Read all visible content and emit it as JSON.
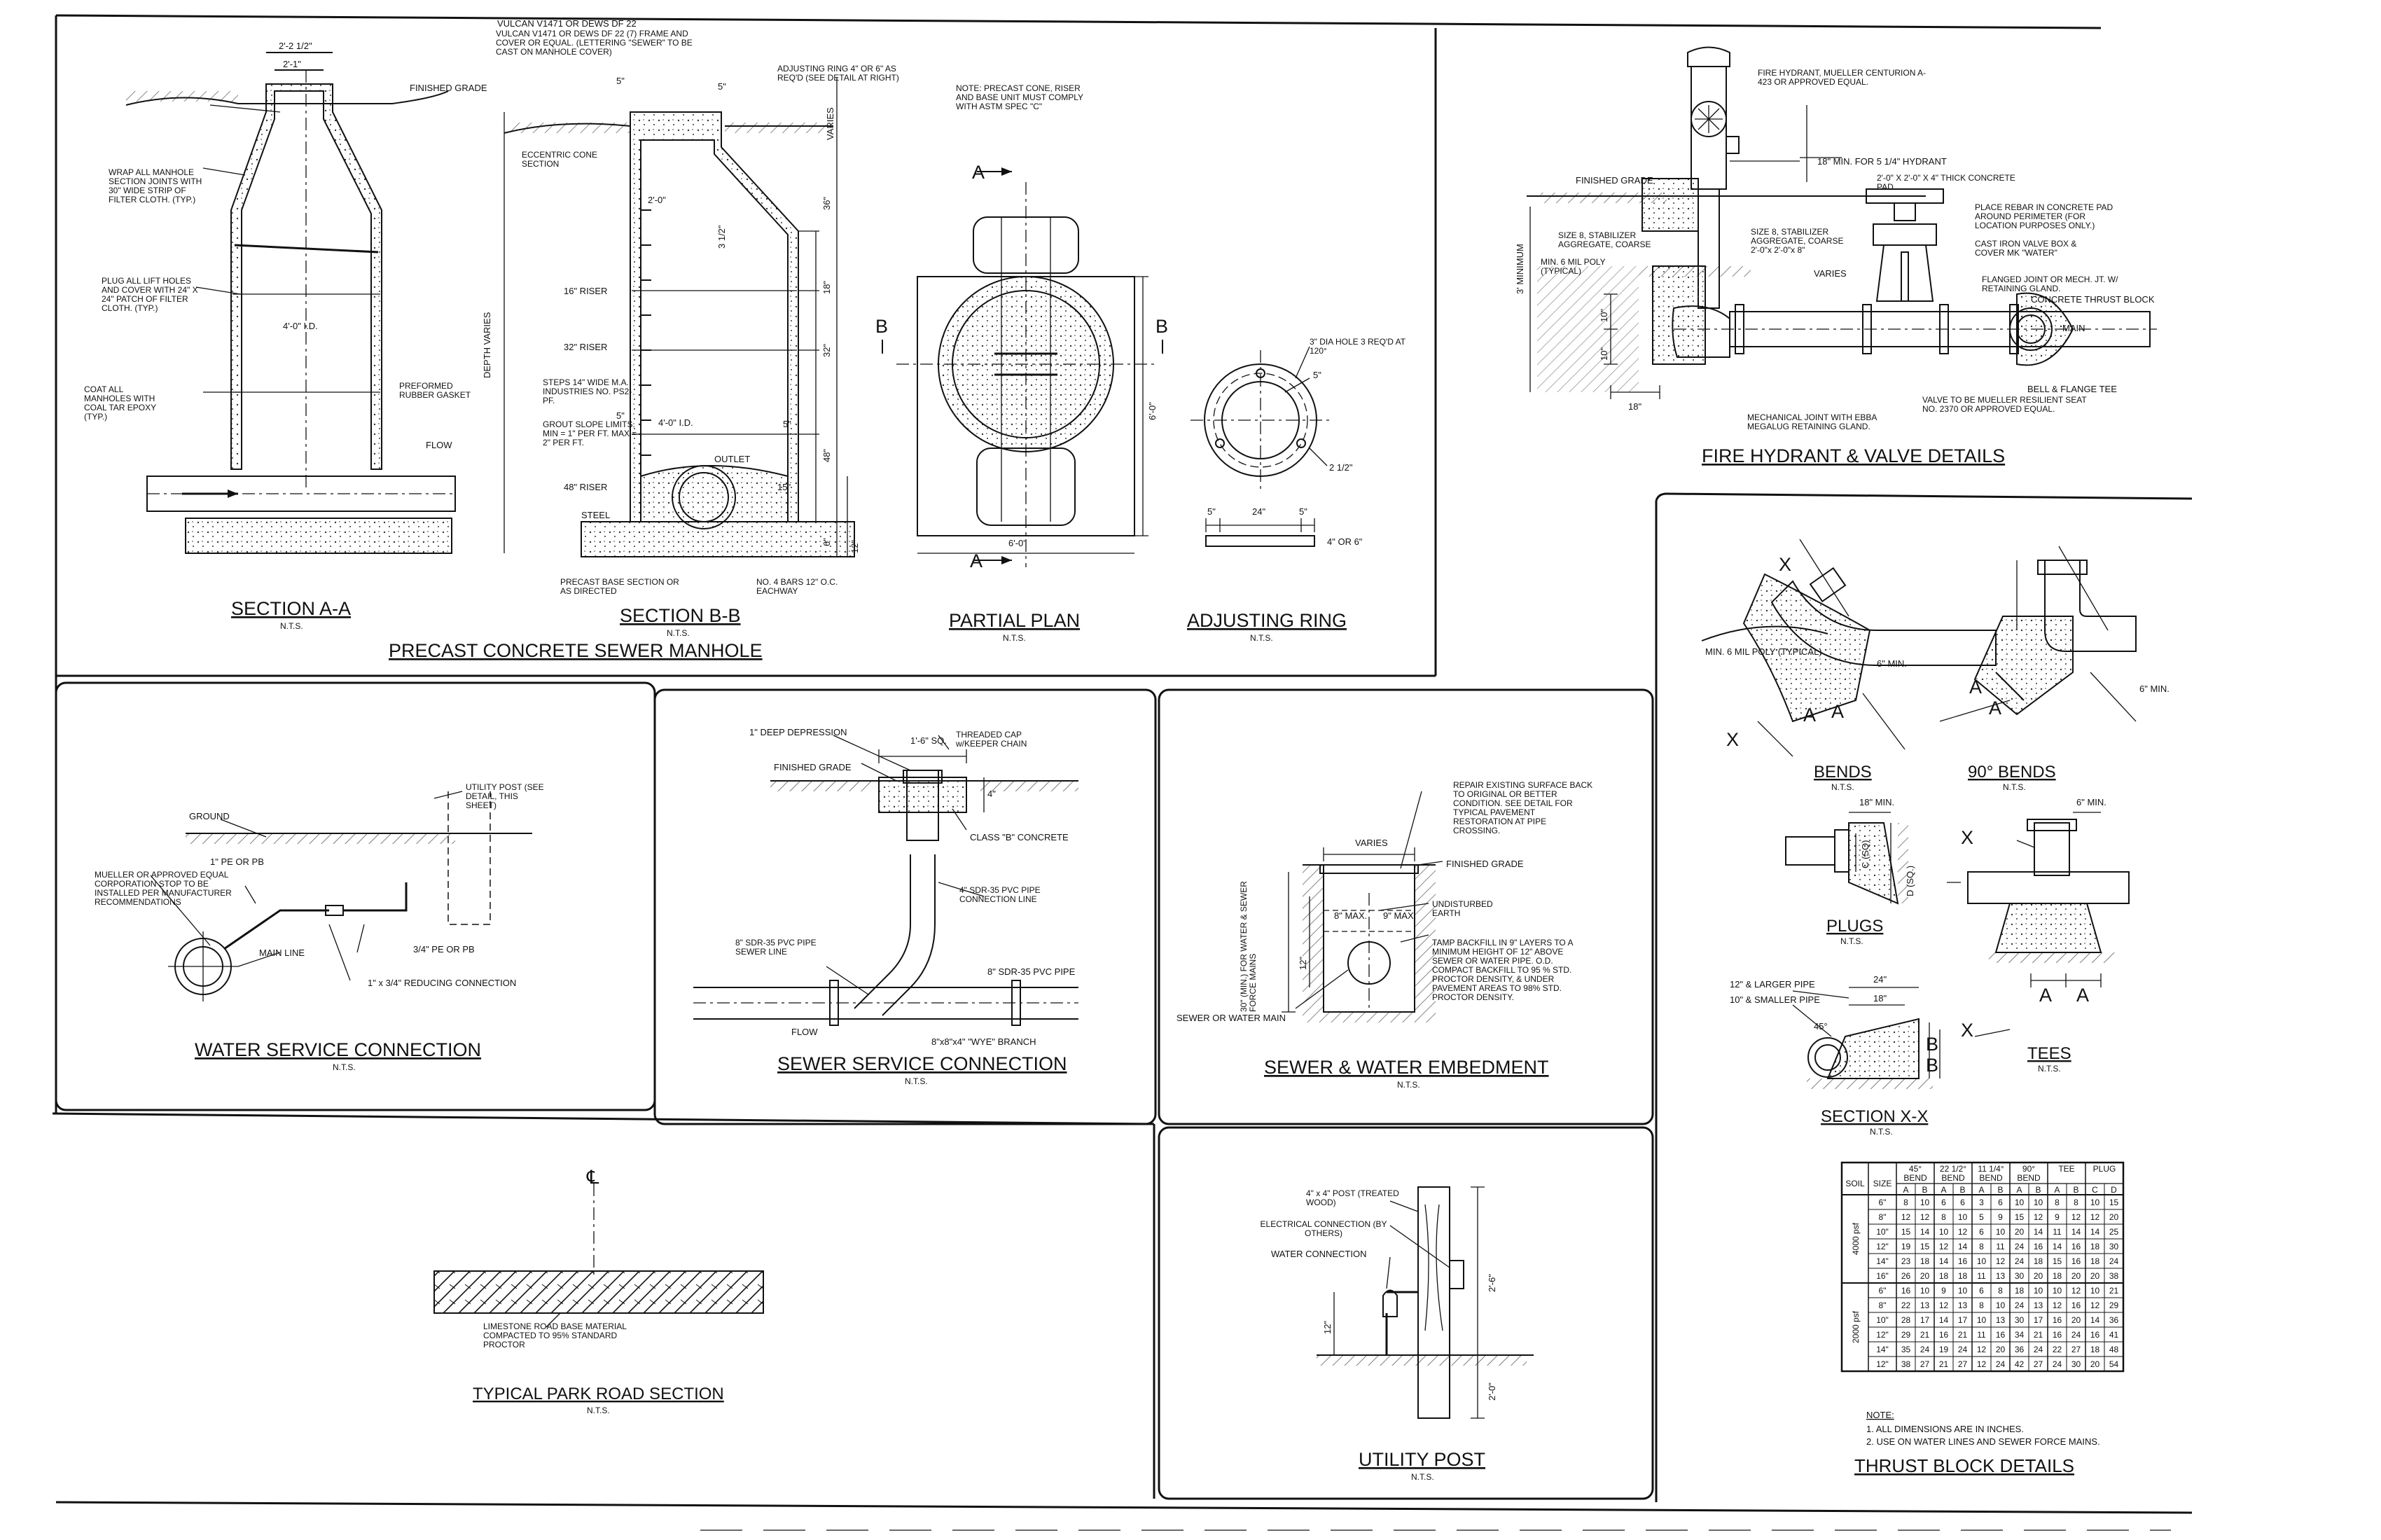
{
  "main_title": "PRECAST CONCRETE SEWER MANHOLE",
  "sheet_note": "NOTE:",
  "manhole": {
    "section_aa": {
      "title": "SECTION A-A",
      "nts": "N.T.S.",
      "dims": [
        "2'-2 1/2\"",
        "2'-1\"",
        "4'-0\" I.D."
      ],
      "labels": [
        "FINISHED GRADE",
        "WRAP ALL MANHOLE SECTION JOINTS WITH 30\" WIDE STRIP OF FILTER CLOTH. (TYP.)",
        "PLUG ALL LIFT HOLES AND COVER WITH 24\" X 24\" PATCH OF FILTER CLOTH. (TYP.)",
        "COAT ALL MANHOLES WITH COAL TAR EPOXY (TYP.)",
        "PREFORMED RUBBER GASKET",
        "FLOW"
      ]
    },
    "section_bb": {
      "title": "SECTION B-B",
      "nts": "N.T.S.",
      "top_note": "VULCAN V1471 OR DEWS DF 22 (7) FRAME AND COVER OR EQUAL. (LETTERING \"SEWER\" TO BE CAST ON MANHOLE COVER)",
      "adjust_note": "ADJUSTING RING 4\" OR 6\" AS REQ'D (SEE DETAIL AT RIGHT)",
      "labels": [
        "ECCENTRIC CONE SECTION",
        "16\" RISER",
        "32\" RISER",
        "STEPS 14\" WIDE M.A. INDUSTRIES NO. PS2-PF.",
        "GROUT SLOPE LIMITS. MIN = 1\" PER FT. MAX = 2\" PER FT.",
        "48\" RISER",
        "STEEL",
        "OUTLET",
        "PRECAST BASE SECTION OR AS DIRECTED",
        "NO. 4 BARS 12\" O.C. EACHWAY",
        "DEPTH VARIES",
        "VARIES"
      ],
      "dims": [
        "5\"",
        "5\"",
        "2'-0\"",
        "3 1/2\"",
        "4'-0\" I.D.",
        "5\"",
        "5\"",
        "15\"",
        "6\"",
        "12\"",
        "36\"",
        "18\"",
        "32\"",
        "48\""
      ]
    },
    "partial_plan": {
      "title": "PARTIAL PLAN",
      "nts": "N.T.S.",
      "note": "NOTE: PRECAST CONE, RISER AND BASE UNIT MUST COMPLY WITH ASTM SPEC \"C\"",
      "dims": [
        "6'-0\"",
        "6'-0\""
      ],
      "markers": [
        "A",
        "A",
        "B",
        "B"
      ]
    },
    "adjusting_ring": {
      "title": "ADJUSTING RING",
      "nts": "N.T.S.",
      "labels": [
        "3\" DIA HOLE 3 REQ'D AT 120°",
        "5\"",
        "2 1/2\""
      ],
      "dims": [
        "5\"",
        "24\"",
        "5\"",
        "4\" OR 6\""
      ]
    }
  },
  "fire_hydrant": {
    "title": "FIRE HYDRANT & VALVE DETAILS",
    "labels": [
      "FIRE HYDRANT, MUELLER CENTURION A-423 OR APPROVED EQUAL.",
      "18\" MIN. FOR 5 1/4\" HYDRANT",
      "FINISHED GRADE",
      "2'-0\" X 2'-0\" X 4\" THICK CONCRETE PAD",
      "PLACE REBAR IN CONCRETE PAD AROUND PERIMETER (FOR LOCATION PURPOSES ONLY.)",
      "SIZE 8, STABILIZER AGGREGATE, COARSE",
      "SIZE 8, STABILIZER AGGREGATE, COARSE 2'-0\"x 2'-0\"x 8\"",
      "CAST IRON VALVE BOX & COVER MK \"WATER\"",
      "MIN. 6 MIL POLY (TYPICAL)",
      "VARIES",
      "FLANGED JOINT OR MECH. JT. W/ RETAINING GLAND.",
      "CONCRETE THRUST BLOCK",
      "MAIN",
      "BELL & FLANGE TEE",
      "VALVE TO BE MUELLER RESILIENT SEAT NO. 2370 OR APPROVED EQUAL.",
      "MECHANICAL JOINT WITH EBBA MEGALUG RETAINING GLAND.",
      "3' MINIMUM",
      "10\"",
      "10\"",
      "18\""
    ]
  },
  "water_service": {
    "title": "WATER SERVICE CONNECTION",
    "nts": "N.T.S.",
    "labels": [
      "GROUND",
      "UTILITY POST (SEE DETAIL, THIS SHEET)",
      "1\" PE OR PB",
      "MUELLER OR APPROVED EQUAL CORPORATION STOP TO BE INSTALLED PER MANUFACTURER RECOMMENDATIONS",
      "MAIN LINE",
      "3/4\" PE OR PB",
      "1\" x 3/4\" REDUCING CONNECTION"
    ]
  },
  "sewer_service": {
    "title": "SEWER SERVICE CONNECTION",
    "nts": "N.T.S.",
    "labels": [
      "1\" DEEP DEPRESSION",
      "1'-6\" SQ.",
      "THREADED CAP w/KEEPER CHAIN",
      "FINISHED GRADE",
      "4\"",
      "CLASS \"B\" CONCRETE",
      "4\" SDR-35 PVC PIPE CONNECTION LINE",
      "8\" SDR-35 PVC PIPE SEWER LINE",
      "8\" SDR-35 PVC PIPE",
      "FLOW",
      "8\"x8\"x4\" \"WYE\" BRANCH"
    ]
  },
  "embedment": {
    "title": "SEWER & WATER EMBEDMENT",
    "nts": "N.T.S.",
    "labels": [
      "REPAIR EXISTING SURFACE BACK TO ORIGINAL OR BETTER CONDITION. SEE DETAIL FOR TYPICAL PAVEMENT RESTORATION AT PIPE CROSSING.",
      "VARIES",
      "FINISHED GRADE",
      "UNDISTURBED EARTH",
      "TAMP BACKFILL IN 9\" LAYERS TO A MINIMUM HEIGHT OF 12\" ABOVE SEWER OR WATER PIPE. O.D. COMPACT BACKFILL TO 95 % STD. PROCTOR DENSITY, & UNDER PAVEMENT AREAS TO 98% STD. PROCTOR DENSITY.",
      "30\" (MIN.) FOR WATER & SEWER FORCE MAINS",
      "SEWER OR WATER MAIN",
      "8\" MAX.",
      "9\" MAX.",
      "12\""
    ]
  },
  "thrust": {
    "title": "THRUST BLOCK DETAILS",
    "bends": "BENDS",
    "bends90": "90° BENDS",
    "plugs": "PLUGS",
    "tees": "TEES",
    "section_xx": "SECTION X-X",
    "nts": "N.T.S.",
    "labels": [
      "MIN. 6 MIL POLY (TYPICAL)",
      "6\" MIN.",
      "6\" MIN.",
      "18\" MIN.",
      "6\" MIN.",
      "C (SQ)",
      "D (SQ.)",
      "12\" & LARGER PIPE",
      "10\" & SMALLER PIPE",
      "24\"",
      "18\"",
      "45°",
      "X",
      "X",
      "X",
      "X",
      "A",
      "A",
      "A",
      "A",
      "A",
      "A",
      "B",
      "B"
    ],
    "table": {
      "header1": [
        "SOIL",
        "SIZE",
        "45° BEND",
        "22 1/2° BEND",
        "11 1/4° BEND",
        "90° BEND",
        "TEE",
        "PLUG"
      ],
      "header2": [
        "A",
        "B",
        "A",
        "B",
        "A",
        "B",
        "A",
        "B",
        "A",
        "B",
        "C",
        "D"
      ],
      "groups": [
        {
          "soil": "4000 psf",
          "rows": [
            [
              "6\"",
              "8",
              "10",
              "6",
              "6",
              "3",
              "6",
              "10",
              "10",
              "8",
              "8",
              "10",
              "15"
            ],
            [
              "8\"",
              "12",
              "12",
              "8",
              "10",
              "5",
              "9",
              "15",
              "12",
              "9",
              "12",
              "12",
              "20"
            ],
            [
              "10\"",
              "15",
              "14",
              "10",
              "12",
              "6",
              "10",
              "20",
              "14",
              "11",
              "14",
              "14",
              "25"
            ],
            [
              "12\"",
              "19",
              "15",
              "12",
              "14",
              "8",
              "11",
              "24",
              "16",
              "14",
              "16",
              "18",
              "30"
            ],
            [
              "14\"",
              "23",
              "18",
              "14",
              "16",
              "10",
              "12",
              "24",
              "18",
              "15",
              "16",
              "18",
              "24"
            ],
            [
              "16\"",
              "26",
              "20",
              "18",
              "18",
              "11",
              "13",
              "30",
              "20",
              "18",
              "20",
              "20",
              "38"
            ]
          ]
        },
        {
          "soil": "2000 psf",
          "rows": [
            [
              "6\"",
              "16",
              "10",
              "9",
              "10",
              "6",
              "8",
              "18",
              "10",
              "10",
              "12",
              "10",
              "21"
            ],
            [
              "8\"",
              "22",
              "13",
              "12",
              "13",
              "8",
              "10",
              "24",
              "13",
              "12",
              "16",
              "12",
              "29"
            ],
            [
              "10\"",
              "28",
              "17",
              "14",
              "17",
              "10",
              "13",
              "30",
              "17",
              "16",
              "20",
              "14",
              "36"
            ],
            [
              "12\"",
              "29",
              "21",
              "16",
              "21",
              "11",
              "16",
              "34",
              "21",
              "16",
              "24",
              "16",
              "41"
            ],
            [
              "14\"",
              "35",
              "24",
              "19",
              "24",
              "12",
              "20",
              "36",
              "24",
              "22",
              "27",
              "18",
              "48"
            ],
            [
              "12\"",
              "38",
              "27",
              "21",
              "27",
              "12",
              "24",
              "42",
              "27",
              "24",
              "30",
              "20",
              "54"
            ]
          ]
        }
      ]
    },
    "notes": [
      "NOTE:",
      "1. ALL DIMENSIONS ARE IN INCHES.",
      "2. USE ON WATER LINES AND SEWER FORCE MAINS."
    ]
  },
  "park_road": {
    "title": "TYPICAL PARK ROAD SECTION",
    "nts": "N.T.S.",
    "label": "LIMESTONE ROAD BASE MATERIAL COMPACTED TO 95% STANDARD PROCTOR",
    "cl": "℄"
  },
  "utility_post": {
    "title": "UTILITY POST",
    "nts": "N.T.S.",
    "labels": [
      "4\" x 4\" POST (TREATED WOOD)",
      "ELECTRICAL CONNECTION (BY OTHERS)",
      "WATER CONNECTION",
      "2'-6\"",
      "2'-0\"",
      "12\""
    ]
  }
}
